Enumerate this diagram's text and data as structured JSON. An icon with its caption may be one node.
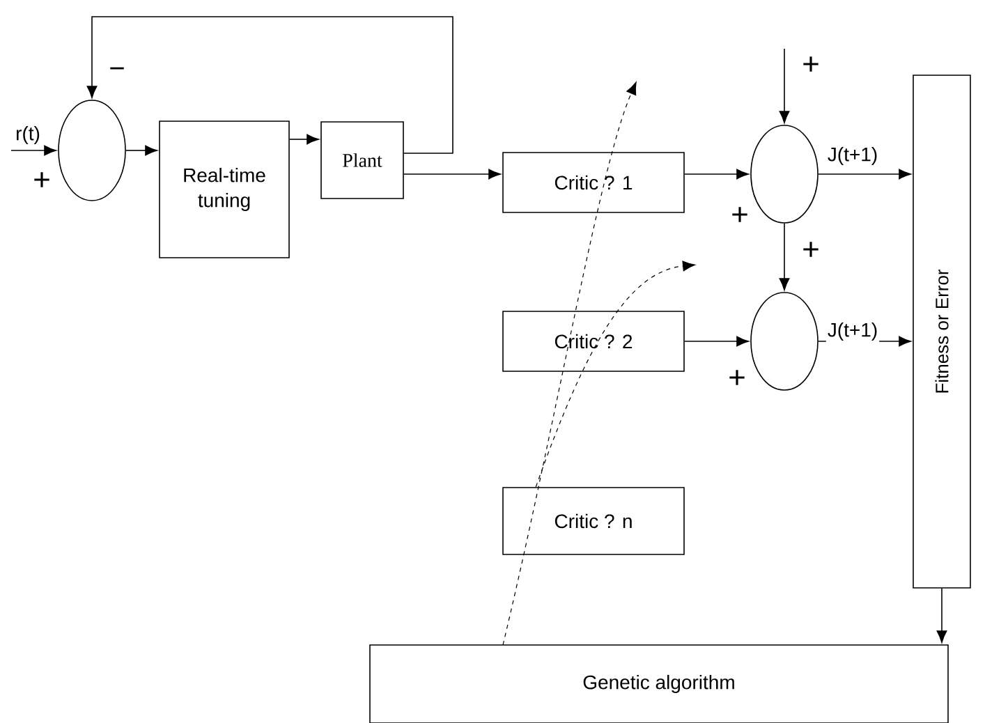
{
  "diagram": {
    "nodes": [
      {
        "text": [],
        "shape": "circle"
      },
      {
        "text": [
          "Real-time tuning"
        ]
      },
      {
        "text": [
          "Plant"
        ]
      },
      {
        "text": [
          "Critic ? 1"
        ]
      },
      {
        "text": [],
        "shape": "circle"
      },
      {
        "text": [
          "Critic ? 2"
        ]
      },
      {
        "text": [],
        "shape": "circle"
      },
      {
        "text": [
          "Critic ? n"
        ]
      },
      {
        "text": [
          "Fitness or Error"
        ]
      },
      {
        "text": [
          "Genetic algorithm"
        ]
      }
    ],
    "edges": [
      {
        "from": null,
        "to": 0,
        "arrow": "to",
        "label": "r(t)"
      },
      {
        "from": 2,
        "to": 0,
        "arrow": "to"
      },
      {
        "from": 0,
        "to": 1,
        "arrow": "to"
      },
      {
        "from": 1,
        "to": 2,
        "arrow": "to"
      },
      {
        "from": 2,
        "to": 3,
        "arrow": "to"
      },
      {
        "from": 3,
        "to": 4,
        "arrow": "to"
      },
      {
        "from": null,
        "to": 4,
        "arrow": "to"
      },
      {
        "from": 4,
        "to": 6,
        "arrow": "to"
      },
      {
        "from": 5,
        "to": 6,
        "arrow": "to"
      },
      {
        "from": 4,
        "to": 8,
        "arrow": "to",
        "label": "J(t+1)"
      },
      {
        "from": 6,
        "to": 8,
        "arrow": "to",
        "label": "J(t+1)"
      },
      {
        "from": 8,
        "to": 9,
        "arrow": "to"
      },
      {
        "from": 9,
        "to": null,
        "arrow": "to",
        "style": "dashed"
      },
      {
        "from": 7,
        "to": null,
        "arrow": "to",
        "style": "dashed"
      }
    ],
    "labels": [
      "−",
      "+",
      "+",
      "+",
      "+",
      "+"
    ]
  }
}
